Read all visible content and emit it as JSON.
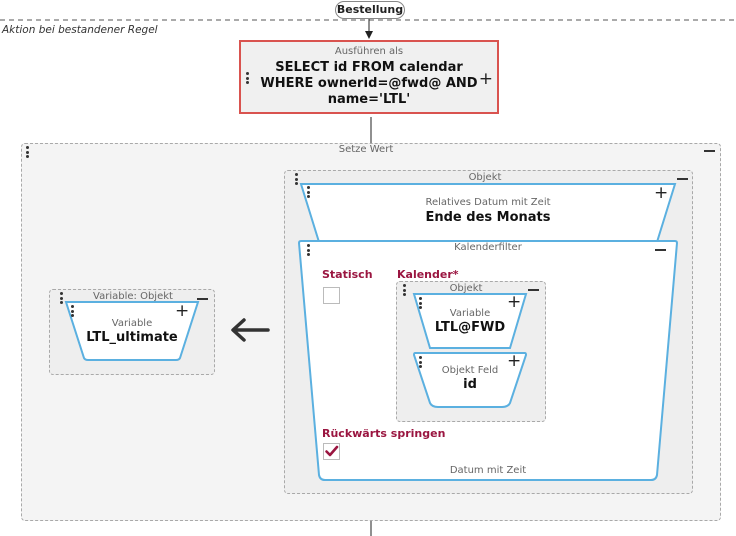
{
  "top_pill": {
    "label": "Bestellung"
  },
  "section_label": "Aktion bei bestandener Regel",
  "execute_as": {
    "title": "Ausführen als",
    "lines": [
      "SELECT id FROM calendar",
      "WHERE ownerId=@fwd@ AND",
      "name='LTL'"
    ]
  },
  "set_value": {
    "title": "Setze Wert"
  },
  "variable_object": {
    "title": "Variable: Objekt",
    "block_title": "Variable",
    "block_value": "LTL_ultimate"
  },
  "objekt": {
    "title": "Objekt"
  },
  "relative_date": {
    "title": "Relatives Datum mit Zeit",
    "value": "Ende des Monats"
  },
  "calendar_filter": {
    "title": "Kalenderfilter",
    "static_label": "Statisch",
    "calendar_label": "Kalender*",
    "backwards_label": "Rückwärts springen",
    "backwards_checked": true,
    "static_checked": false,
    "footer": "Datum mit Zeit"
  },
  "inner_objekt": {
    "title": "Objekt"
  },
  "inner_variable": {
    "title": "Variable",
    "value": "LTL@FWD"
  },
  "object_field": {
    "title": "Objekt Feld",
    "value": "id"
  },
  "colors": {
    "accent_blue": "#5bb0e0",
    "error_red": "#d9534f",
    "label_red": "#9a1540"
  }
}
